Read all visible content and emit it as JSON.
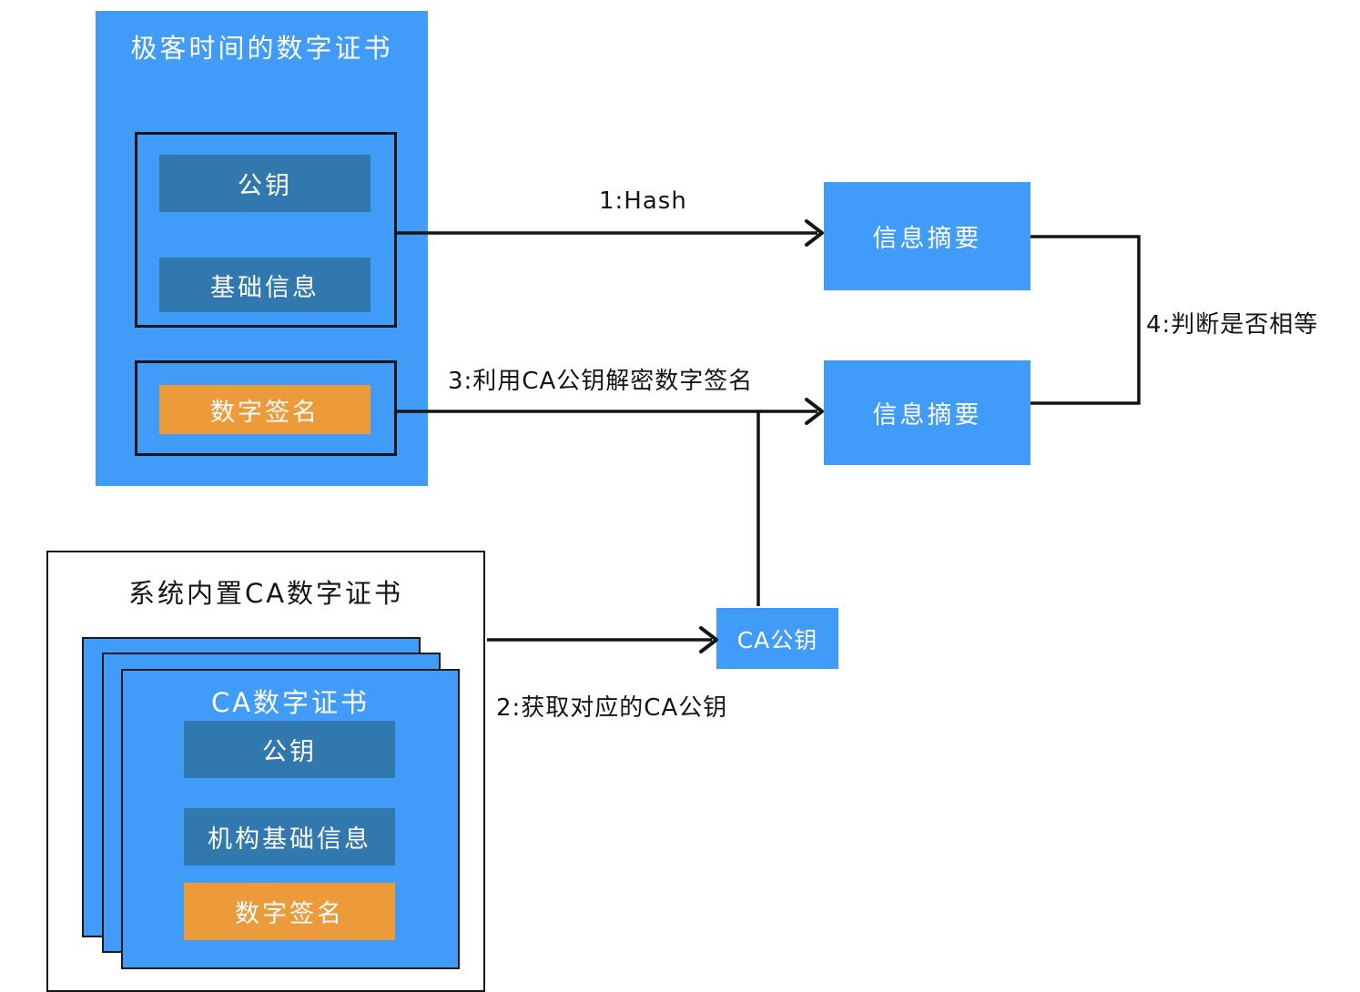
{
  "diagram": {
    "title_hidden": "",
    "colors": {
      "light_blue": "#419BF9",
      "dark_blue": "#3178AE",
      "orange": "#ED9A3B",
      "stroke": "#141414",
      "text_on_fill": "#FFFFFF"
    }
  },
  "geek_cert": {
    "title": "极客时间的数字证书",
    "content_group": {
      "public_key": "公钥",
      "basic_info": "基础信息"
    },
    "signature_group": {
      "digital_signature": "数字签名"
    }
  },
  "digests": {
    "top": "信息摘要",
    "bottom": "信息摘要"
  },
  "ca_public_key": {
    "label": "CA公钥"
  },
  "system_ca": {
    "title": "系统内置CA数字证书",
    "card": {
      "title": "CA数字证书",
      "public_key": "公钥",
      "org_basic_info": "机构基础信息",
      "digital_signature": "数字签名"
    },
    "stack_count": 3
  },
  "steps": {
    "step1": "1:Hash",
    "step2": "2:获取对应的CA公钥",
    "step3": "3:利用CA公钥解密数字签名",
    "step4": "4:判断是否相等"
  }
}
